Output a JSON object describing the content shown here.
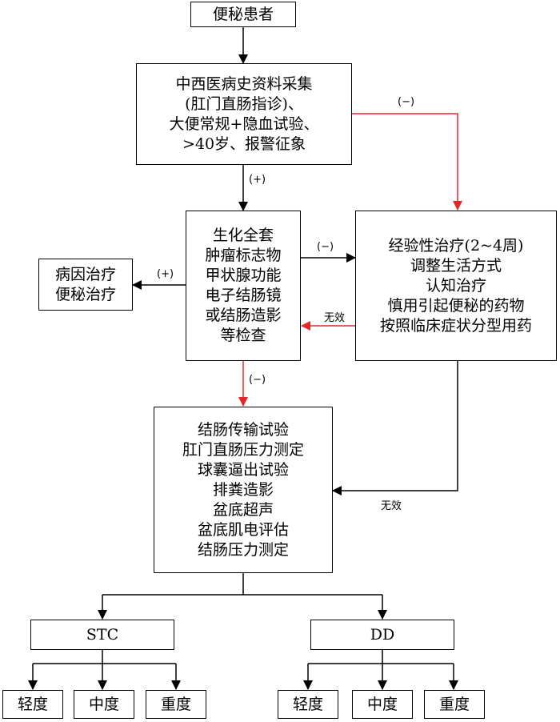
{
  "nodes": {
    "start": [
      "便秘患者"
    ],
    "history": [
      "中西医病史资料采集",
      "(肛门直肠指诊)、",
      "大便常规+隐血试验、",
      ">40岁、报警征象"
    ],
    "biochem": [
      "生化全套",
      "肿瘤标志物",
      "甲状腺功能",
      "电子结肠镜",
      "或结肠造影",
      "等检查"
    ],
    "etiology": [
      "病因治疗",
      "便秘治疗"
    ],
    "empirical": [
      "经验性治疗(2~4周)",
      "调整生活方式",
      "认知治疗",
      "慎用引起便秘的药物",
      "按照临床症状分型用药"
    ],
    "tests": [
      "结肠传输试验",
      "肛门直肠压力测定",
      "球囊逼出试验",
      "排粪造影",
      "盆底超声",
      "盆底肌电评估",
      "结肠压力测定"
    ],
    "stc": [
      "STC"
    ],
    "dd": [
      "DD"
    ],
    "stc_mild": [
      "轻度"
    ],
    "stc_moderate": [
      "中度"
    ],
    "stc_severe": [
      "重度"
    ],
    "dd_mild": [
      "轻度"
    ],
    "dd_moderate": [
      "中度"
    ],
    "dd_severe": [
      "重度"
    ]
  },
  "edge_labels": {
    "history_to_empirical": "(−)",
    "history_to_biochem": "(+)",
    "biochem_to_empirical": "(−)",
    "biochem_to_etiology": "(+)",
    "empirical_to_biochem": "无效",
    "biochem_to_tests": "(−)",
    "empirical_to_tests": "无效"
  },
  "colors": {
    "black_arrow": "#000000",
    "red_arrow": "#e8242b"
  }
}
